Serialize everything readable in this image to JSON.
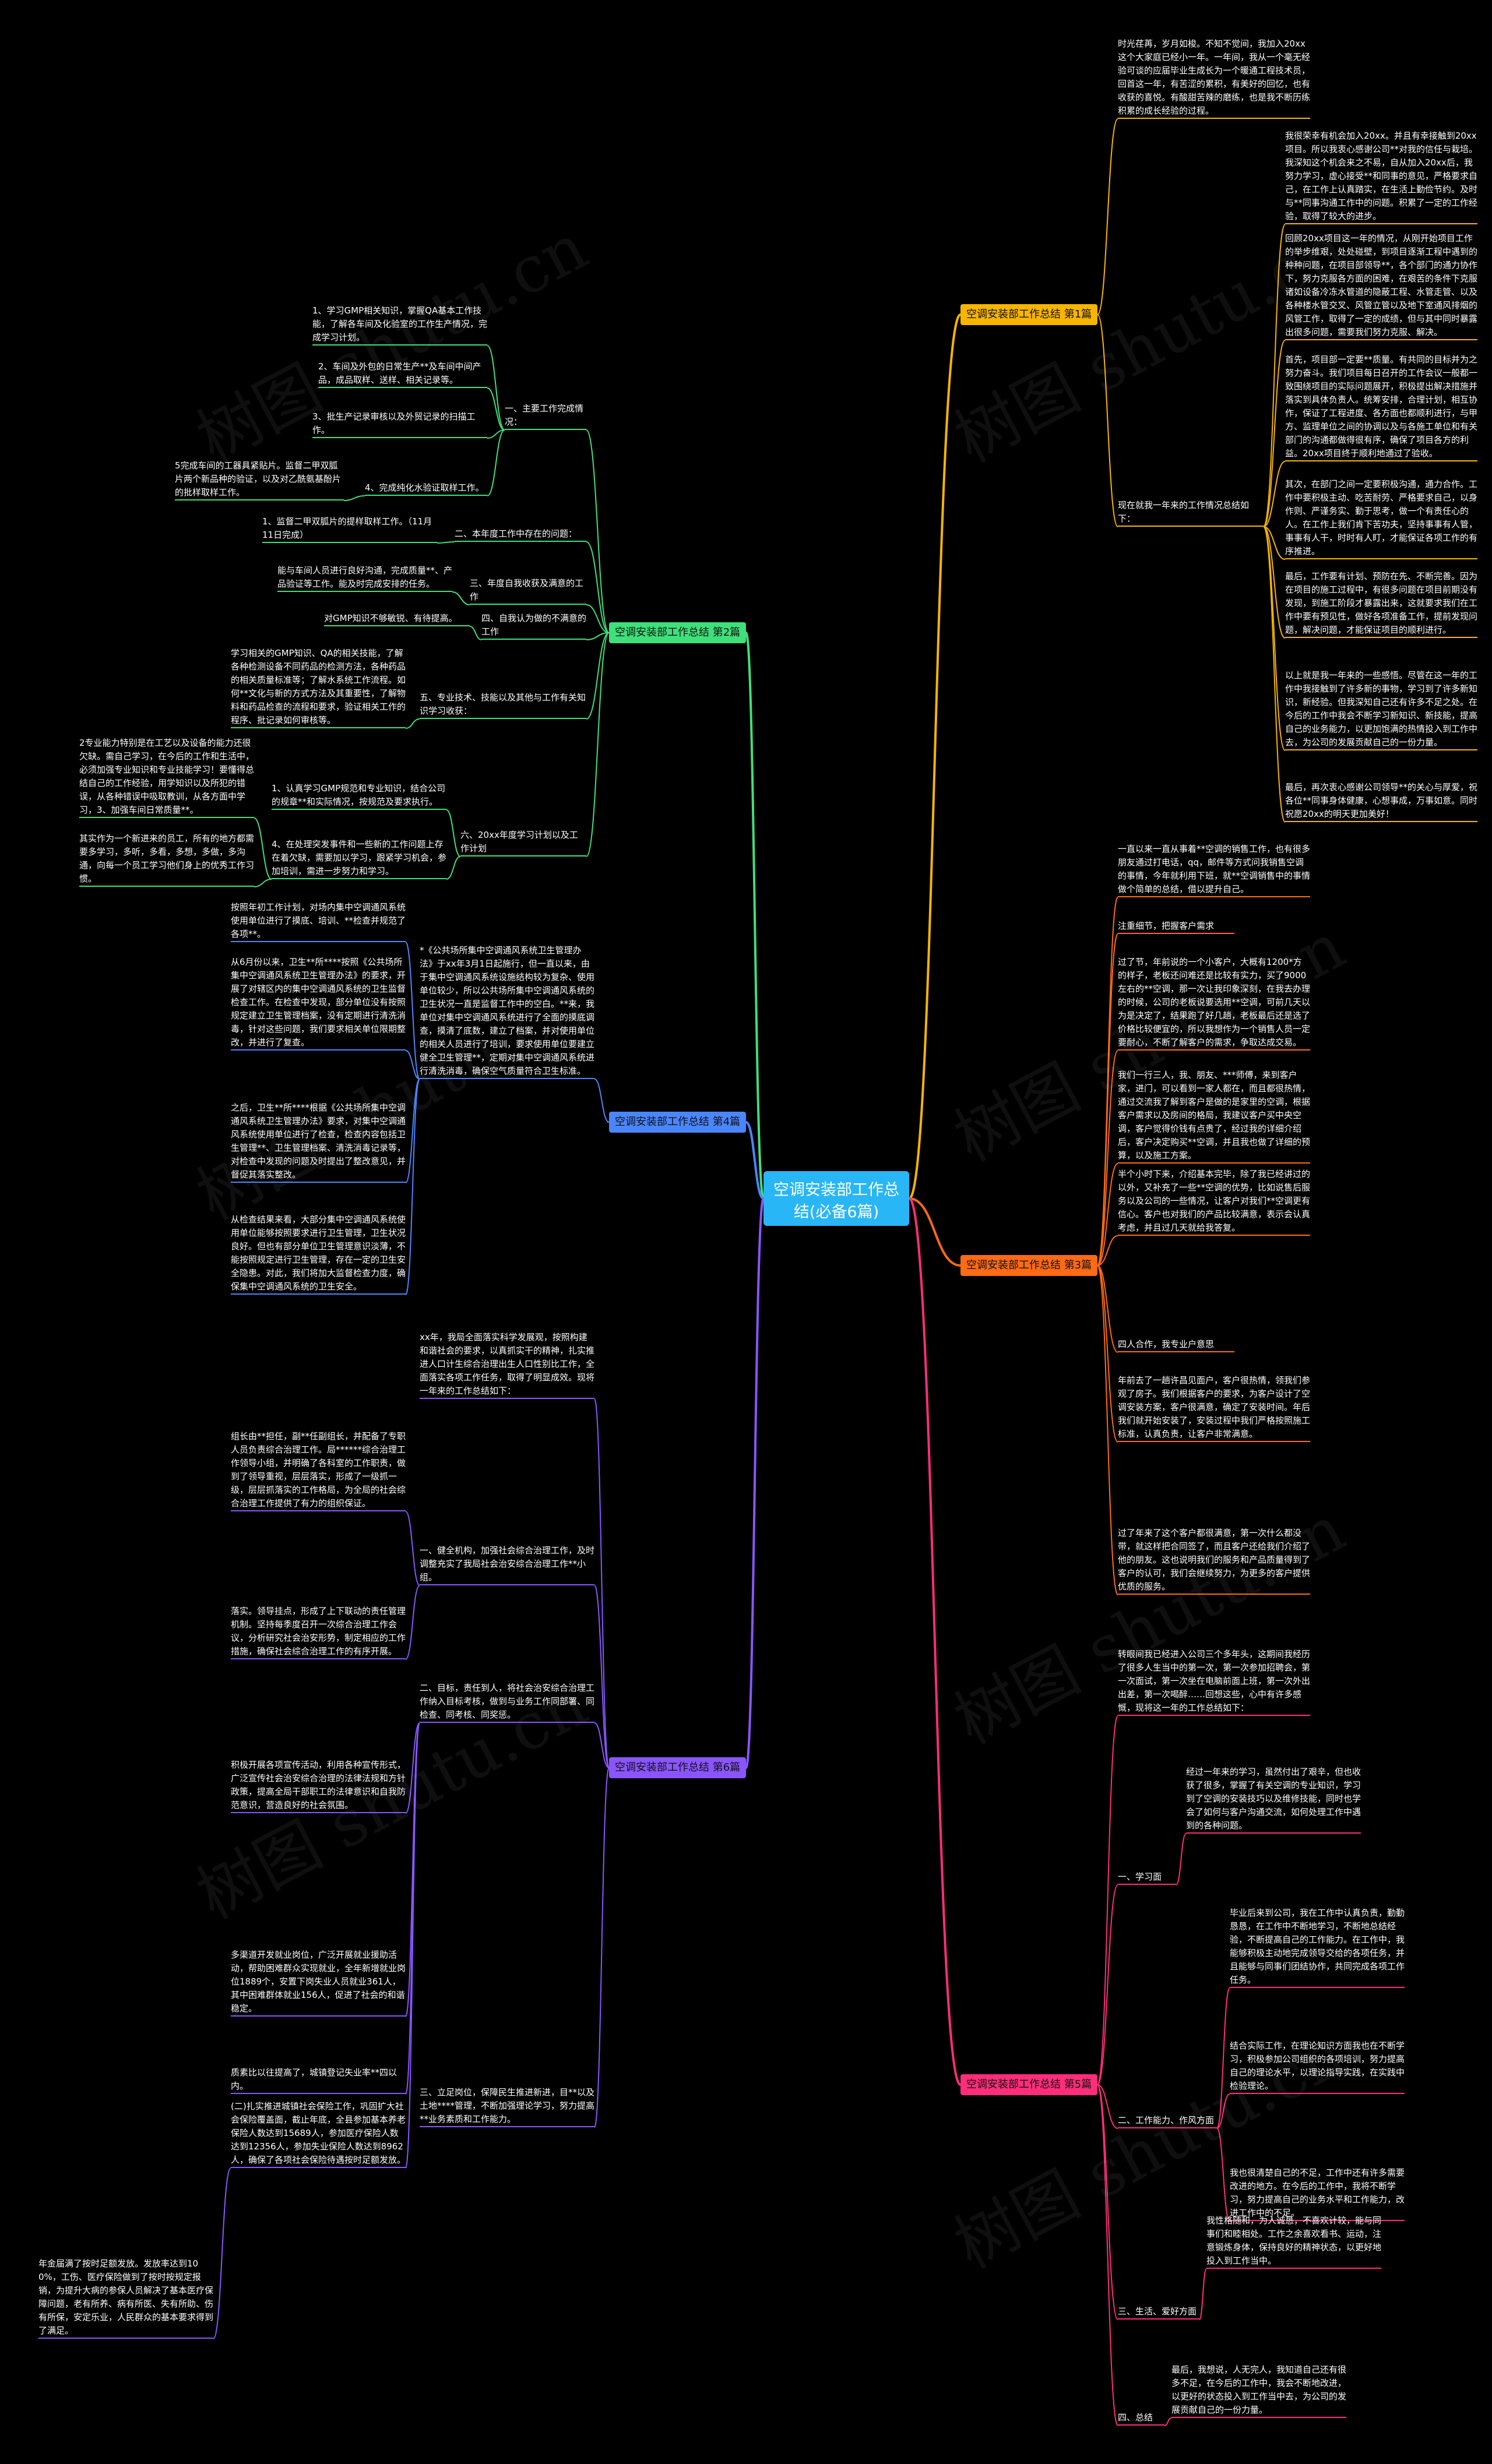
{
  "root": {
    "label": "空调安装部工作总结(必备6篇)"
  },
  "colors": {
    "b1": "#f7b500",
    "b2": "#3ee07a",
    "b3": "#ff6a14",
    "b4": "#4a86ff",
    "b5": "#ff2d7a",
    "b6": "#8a55ff",
    "center": "#29b6f6"
  },
  "watermark": "树图 shutu.cn",
  "b1": {
    "label": "空调安装部工作总结 第1篇",
    "intro": "时光荏苒，岁月如梭。不知不觉间，我加入20xx这个大家庭已经小一年。一年间，我从一个毫无经验可谈的应届毕业生成长为一个暖通工程技术员，回首这一年，有苦涩的累积，有美好的回忆，也有收获的喜悦。有酸甜苦辣的磨练，也是我不断历练积累的成长经验的过程。",
    "sub": "现在就我一年来的工作情况总结如下：",
    "items": [
      "我很荣幸有机会加入20xx。并且有幸接触到20xx项目。所以我衷心感谢公司**对我的信任与栽培。我深知这个机会来之不易，自从加入20xx后，我努力学习，虚心接受**和同事的意见，严格要求自己，在工作上认真踏实，在生活上勤俭节约。及时与**同事沟通工作中的问题。积累了一定的工作经验，取得了较大的进步。",
      "回顾20xx项目这一年的情况，从刚开始项目工作的举步维艰，处处碰壁，到项目逐渐工程中遇到的种种问题，在项目部领导**，各个部门的通力协作下，努力克服各方面的困难，在艰苦的条件下克服诸如设备冷冻水管道的隐蔽工程、水管走管、以及各种楼水管交叉、风管立管以及地下室通风排烟的风管工作，取得了一定的成绩，但与其中同时暴露出很多问题，需要我们努力克服、解决。",
      "首先，项目部一定要**质量。有共同的目标并为之努力奋斗。我们项目每日召开的工作会议一般都一致围绕项目的实际问题展开，积极提出解决措施并落实到具体负责人。统筹安排，合理计划，相互协作，保证了工程进度、各方面也都顺利进行，与甲方、监理单位之间的协调以及与各施工单位和有关部门的沟通都做得很有序，确保了项目各方的利益。20xx项目终于顺利地通过了验收。",
      "其次，在部门之间一定要积极沟通，通力合作。工作中要积极主动、吃苦耐劳、严格要求自己，以身作则、严谨务实、勤于思考，做一个有责任心的人。在工作上我们肯下苦功夫，坚持事事有人管，事事有人干，时时有人盯，才能保证各项工作的有序推进。",
      "最后，工作要有计划、预防在先、不断完善。因为在项目的施工过程中，有很多问题在项目前期没有发现，到施工阶段才暴露出来，这就要求我们在工作中要有预见性，做好各项准备工作，提前发现问题，解决问题，才能保证项目的顺利进行。",
      "以上就是我一年来的一些感悟。尽管在这一年的工作中我接触到了许多新的事物，学习到了许多新知识，新经验。但我深知自己还有许多不足之处。在今后的工作中我会不断学习新知识、新技能，提高自己的业务能力，以更加饱满的热情投入到工作中去，为公司的发展贡献自己的一份力量。",
      "最后，再次衷心感谢公司领导**的关心与厚爱，祝各位**同事身体健康，心想事成，万事如意。同时祝愿20xx的明天更加美好！"
    ]
  },
  "b2": {
    "label": "空调安装部工作总结 第2篇",
    "g1": {
      "title": "一、主要工作完成情况：",
      "items": [
        "1、学习GMP相关知识，掌握QA基本工作技能，了解各车间及化验室的工作生产情况，完成学习计划。",
        "2、车间及外包的日常生产**及车间中间产品，成品取样、送样、相关记录等。",
        "3、批生产记录审核以及外贸记录的扫描工作。",
        "4、完成纯化水验证取样工作。"
      ],
      "extra": "5完成车间的工器具紧贴片。监督二甲双胍片两个新品种的验证，以及对乙酰氨基酚片的批样取样工作。"
    },
    "g2": {
      "title": "二、本年度工作中存在的问题：",
      "items": [
        "1、监督二甲双胍片的提样取样工作。（11月11日完成）"
      ]
    },
    "g3": {
      "title": "三、年度自我收获及满意的工作",
      "items": [
        "能与车间人员进行良好沟通，完成质量**、产品验证等工作。能及时完成安排的任务。"
      ]
    },
    "g4": {
      "title": "四、自我认为做的不满意的工作",
      "items": [
        "对GMP知识不够敏锐、有待提高。"
      ]
    },
    "g5": {
      "title": "五、专业技术、技能以及其他与工作有关知识学习收获：",
      "items": [
        "学习相关的GMP知识、QA的相关技能，了解各种检测设备不同药品的检测方法，各种药品的相关质量标准等；了解水系统工作流程。如何**文化与新的方式方法及其重要性，了解物料和药品检查的流程和要求，验证相关工作的程序、批记录如何审核等。"
      ]
    },
    "g6": {
      "title": "六、20xx年度学习计划以及工作计划",
      "items": [
        "1、认真学习GMP规范和专业知识，结合公司的规章**和实际情况，按规范及要求执行。",
        "4、在处理突发事件和一些新的工作问题上存在着欠缺，需要加以学习，跟紧学习机会，参加培训，需进一步努力和学习。"
      ],
      "extra1": "2专业能力特别是在工艺以及设备的能力还很欠缺。需自己学习，在今后的工作和生活中，必须加强专业知识和专业技能学习！要懂得总结自己的工作经验，用学知识以及所犯的错误，从各种错误中吸取教训，从各方面中学习，3、加强车间日常质量**。",
      "extra2": "其实作为一个新进来的员工，所有的地方都需要多学习，多听，多看，多想，多做，多沟通，向每一个员工学习他们身上的优秀工作习惯。"
    }
  },
  "b3": {
    "label": "空调安装部工作总结 第3篇",
    "intro": "一直以来一直从事着**空调的销售工作，也有很多朋友通过打电话，qq，邮件等方式问我销售空调的事情，今年就利用下班，就**空调销售中的事情做个简单的总结，借以提升自己。",
    "items": [
      "注重细节，把握客户需求",
      "过了节，年前说的一个小客户，大概有1200*方的样子，老板还问难还是比较有实力，买了9000左右的**空调，那一次让我印象深刻，在我去办理的时候，公司的老板说要选用**空调，可前几天以为是决定了，结果跑了好几趟，老板最后还是选了价格比较便宜的，所以我想作为一个销售人员一定要耐心，不断了解客户的需求，争取达成交易。",
      "我们一行三人，我、朋友、***师傅，来到客户家，进门，可以看到一家人都在，而且都很热情，通过交流我了解到客户是做的是家里的空调，根据客户需求以及房间的格局，我建议客户买中央空调，客户觉得价钱有点贵了，经过我的详细介绍后，客户决定购买**空调，并且我也做了详细的预算，以及施工方案。",
      "半个小时下来，介绍基本完毕，除了我已经讲过的以外，又补充了一些**空调的优势，比如说售后服务以及公司的一些情况，让客户对我们**空调更有信心。客户也对我们的产品比较满意，表示会认真考虑，并且过几天就给我答复。",
      "四人合作，我专业户意思",
      "年前去了一趟许昌见面户，客户很热情，领我们参观了房子。我们根据客户的要求，为客户设计了空调安装方案，客户很满意，确定了安装时间。年后我们就开始安装了，安装过程中我们严格按照施工标准，认真负责，让客户非常满意。",
      "过了年来了这个客户都很满意，第一次什么都没带，就这样把合同签了，而且客户还给我们介绍了他的朋友。这也说明我们的服务和产品质量得到了客户的认可，我们会继续努力，为更多的客户提供优质的服务。"
    ]
  },
  "b4": {
    "label": "空调安装部工作总结 第4篇",
    "intro": "按照年初工作计划，对场内集中空调通风系统使用单位进行了摸底、培训、**检查并规范了各项**。",
    "right": "*《公共场所集中空调通风系统卫生管理办法》于xx年3月1日起施行，但一直以来，由于集中空调通风系统设施结构较为复杂、使用单位较少，所以公共场所集中空调通风系统的卫生状况一直是监督工作中的空白。**来，我单位对集中空调通风系统进行了全面的摸底调查，摸清了底数，建立了档案，并对使用单位的相关人员进行了培训，要求使用单位要建立健全卫生管理**，定期对集中空调通风系统进行清洗消毒，确保空气质量符合卫生标准。",
    "items": [
      "从6月份以来，卫生**所****按照《公共场所集中空调通风系统卫生管理办法》的要求，开展了对辖区内的集中空调通风系统的卫生监督检查工作。在检查中发现，部分单位没有按照规定建立卫生管理档案，没有定期进行清洗消毒，针对这些问题，我们要求相关单位限期整改，并进行了复查。",
      "之后，卫生**所****根据《公共场所集中空调通风系统卫生管理办法》要求，对集中空调通风系统使用单位进行了检查，检查内容包括卫生管理**、卫生管理档案、清洗消毒记录等，对检查中发现的问题及时提出了整改意见，并督促其落实整改。",
      "从检查结果来看，大部分集中空调通风系统使用单位能够按照要求进行卫生管理，卫生状况良好。但也有部分单位卫生管理意识淡薄，不能按照规定进行卫生管理，存在一定的卫生安全隐患。对此，我们将加大监督检查力度，确保集中空调通风系统的卫生安全。"
    ]
  },
  "b5": {
    "label": "空调安装部工作总结 第5篇",
    "intro": "转眼间我已经进入公司三个多年头，这期间我经历了很多人生当中的第一次，第一次参加招聘会，第一次面试，第一次坐在电脑前面上班，第一次外出出差，第一次喝醉……回想这些，心中有许多感慨，现将这一年的工作总结如下：",
    "g1": {
      "title": "一、学习面",
      "items": [
        "经过一年来的学习，虽然付出了艰辛，但也收获了很多，掌握了有关空调的专业知识，学习到了空调的安装技巧以及维修技能，同时也学会了如何与客户沟通交流，如何处理工作中遇到的各种问题。"
      ]
    },
    "g2": {
      "title": "二、工作能力、作风方面",
      "items": [
        "毕业后来到公司，我在工作中认真负责，勤勤恳恳，在工作中不断地学习，不断地总结经验，不断提高自己的工作能力。在工作中，我能够积极主动地完成领导交给的各项任务，并且能够与同事们团结协作，共同完成各项工作任务。",
        "结合实际工作，在理论知识方面我也在不断学习，积极参加公司组织的各项培训，努力提高自己的理论水平，以理论指导实践，在实践中检验理论。",
        "我也很清楚自己的不足，工作中还有许多需要改进的地方。在今后的工作中，我将不断学习，努力提高自己的业务水平和工作能力，改进工作中的不足。"
      ]
    },
    "g3": {
      "title": "三、生活、爱好方面",
      "items": [
        "我性格随和，为人诚恳，不喜欢计较，能与同事们和睦相处。工作之余喜欢看书、运动，注意锻炼身体，保持良好的精神状态，以更好地投入到工作当中。"
      ]
    },
    "g4": {
      "title": "四、总结",
      "items": [
        "最后，我想说，人无完人，我知道自己还有很多不足，在今后的工作中，我会不断地改进，以更好的状态投入到工作当中去，为公司的发展贡献自己的一份力量。"
      ]
    }
  },
  "b6": {
    "label": "空调安装部工作总结 第6篇",
    "intro": "xx年，我局全面落实科学发展观，按照构建和谐社会的要求，以真抓实干的精神，扎实推进人口计生综合治理出生人口性别比工作，全面落实各项工作任务，取得了明显成效。现将一年来的工作总结如下：",
    "g1": {
      "title": "一、健全机构，加强社会综合治理工作，及时调整充实了我局社会治安综合治理工作**小组。",
      "items": [
        "组长由**担任，副**任副组长，并配备了专职人员负责综合治理工作。局******综合治理工作领导小组，并明确了各科室的工作职责，做到了领导重视，层层落实，形成了一级抓一级，层层抓落实的工作格局，为全局的社会综合治理工作提供了有力的组织保证。",
        "落实。领导挂点，形成了上下联动的责任管理机制。坚持每季度召开一次综合治理工作会议，分析研究社会治安形势，制定相应的工作措施，确保社会综合治理工作的有序开展。"
      ]
    },
    "g2": {
      "title": "二、目标，责任到人，将社会治安综合治理工作纳入目标考核，做到与业务工作同部署、同检查、同考核、同奖惩。",
      "items": [
        "积极开展各项宣传活动，利用各种宣传形式，广泛宣传社会治安综合治理的法律法规和方针政策，提高全局干部职工的法律意识和自我防范意识，营造良好的社会氛围。",
        "多渠道开发就业岗位，广泛开展就业援助活动，帮助困难群众实现就业，全年新增就业岗位1889个，安置下岗失业人员就业361人，其中困难群体就业156人，促进了社会的和谐稳定。",
        "质素比以往提高了，城镇登记失业率**四以内。",
        "(二)扎实推进城镇社会保险工作，巩固扩大社会保险覆盖面，截止年底，全县参加基本养老保险人数达到15689人，参加医疗保险人数达到12356人，参加失业保险人数达到8962人，确保了各项社会保险待遇按时足额发放。"
      ],
      "extra": "年金届满了按时足额发放。发放率达到100%，工伤、医疗保险做到了按时按规定报销，为提升大病的参保人员解决了基本医疗保障问题，老有所养、病有所医、失有所助、伤有所保，安定乐业，人民群众的基本要求得到了满足。"
    },
    "g3": {
      "title": "三、立足岗位，保障民生推进新进，目**以及土地****管理，不断加强理论学习，努力提高**业务素质和工作能力。",
      "items": []
    }
  }
}
